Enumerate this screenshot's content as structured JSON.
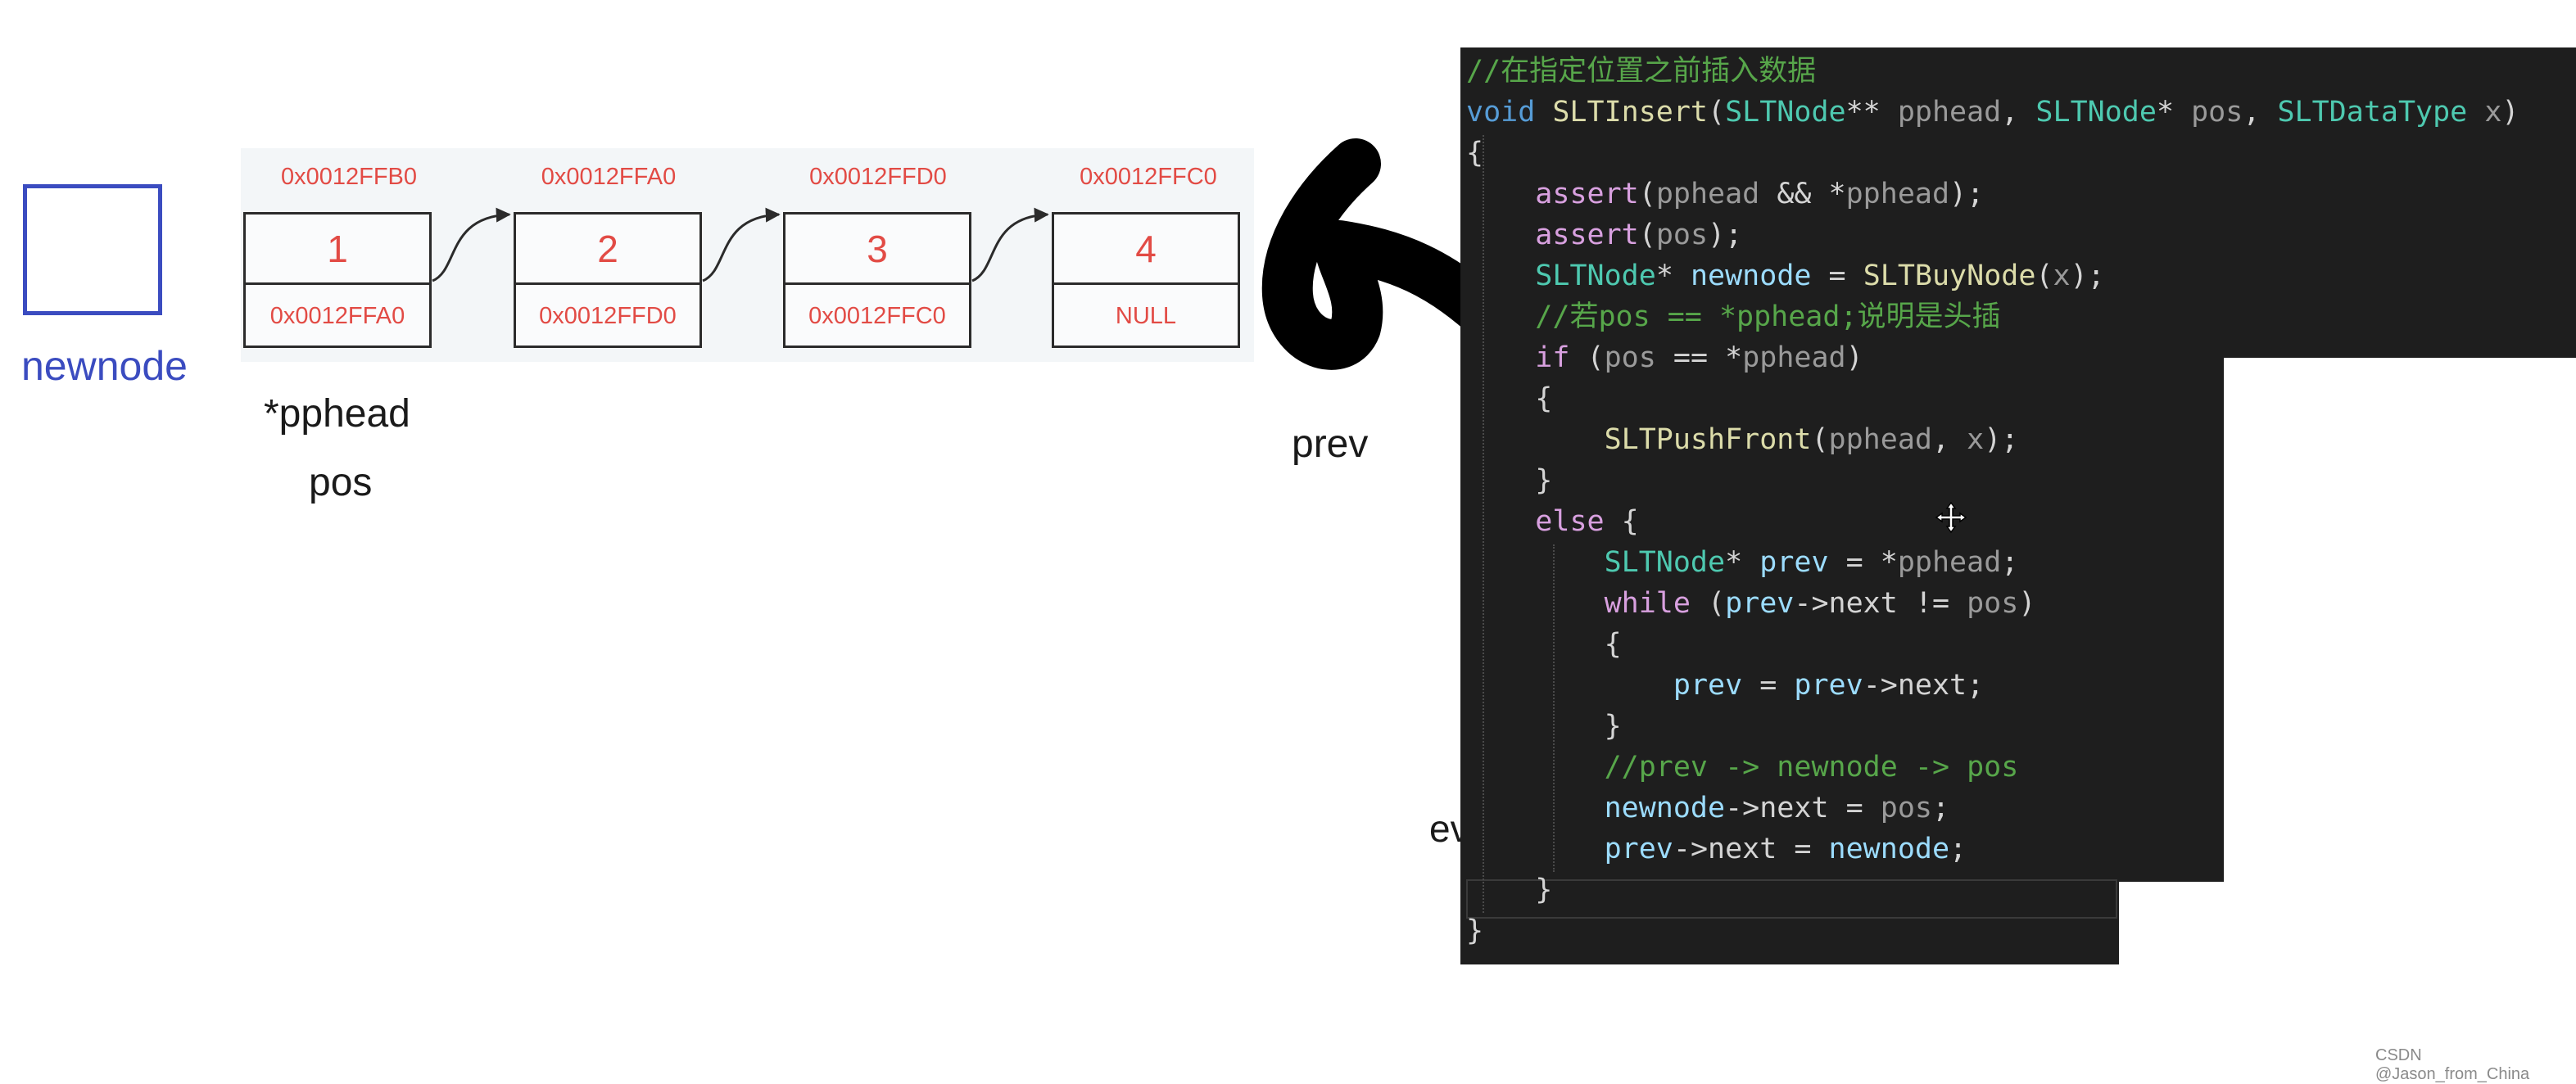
{
  "diagram": {
    "nodes": [
      {
        "address": "0x0012FFB0",
        "value": "1",
        "next": "0x0012FFA0"
      },
      {
        "address": "0x0012FFA0",
        "value": "2",
        "next": "0x0012FFD0"
      },
      {
        "address": "0x0012FFD0",
        "value": "3",
        "next": "0x0012FFC0"
      },
      {
        "address": "0x0012FFC0",
        "value": "4",
        "next": "NULL"
      }
    ],
    "newnode_label": "newnode",
    "pphead_label": "*pphead",
    "pos_label": "pos",
    "prev_label": "prev",
    "partial_text": "ev"
  },
  "code": {
    "lines": [
      [
        {
          "t": "//在指定位置之前插入数据",
          "c": "comment"
        }
      ],
      [
        {
          "t": "void ",
          "c": "keyword"
        },
        {
          "t": "SLTInsert",
          "c": "func"
        },
        {
          "t": "(",
          "c": "plain"
        },
        {
          "t": "SLTNode",
          "c": "type"
        },
        {
          "t": "** ",
          "c": "plain"
        },
        {
          "t": "pphead",
          "c": "param"
        },
        {
          "t": ", ",
          "c": "plain"
        },
        {
          "t": "SLTNode",
          "c": "type"
        },
        {
          "t": "* ",
          "c": "plain"
        },
        {
          "t": "pos",
          "c": "param"
        },
        {
          "t": ", ",
          "c": "plain"
        },
        {
          "t": "SLTDataType",
          "c": "type"
        },
        {
          "t": " ",
          "c": "plain"
        },
        {
          "t": "x",
          "c": "param"
        },
        {
          "t": ")",
          "c": "plain"
        }
      ],
      [
        {
          "t": "{",
          "c": "plain"
        }
      ],
      [
        {
          "t": "    ",
          "c": "plain"
        },
        {
          "t": "assert",
          "c": "control"
        },
        {
          "t": "(",
          "c": "plain"
        },
        {
          "t": "pphead",
          "c": "param"
        },
        {
          "t": " && *",
          "c": "plain"
        },
        {
          "t": "pphead",
          "c": "param"
        },
        {
          "t": ");",
          "c": "plain"
        }
      ],
      [
        {
          "t": "    ",
          "c": "plain"
        },
        {
          "t": "assert",
          "c": "control"
        },
        {
          "t": "(",
          "c": "plain"
        },
        {
          "t": "pos",
          "c": "param"
        },
        {
          "t": ");",
          "c": "plain"
        }
      ],
      [
        {
          "t": "    ",
          "c": "plain"
        },
        {
          "t": "SLTNode",
          "c": "type"
        },
        {
          "t": "* ",
          "c": "plain"
        },
        {
          "t": "newnode",
          "c": "local"
        },
        {
          "t": " = ",
          "c": "plain"
        },
        {
          "t": "SLTBuyNode",
          "c": "func"
        },
        {
          "t": "(",
          "c": "plain"
        },
        {
          "t": "x",
          "c": "param"
        },
        {
          "t": ");",
          "c": "plain"
        }
      ],
      [
        {
          "t": "    ",
          "c": "plain"
        },
        {
          "t": "//若pos == *pphead;说明是头插",
          "c": "comment"
        }
      ],
      [
        {
          "t": "    ",
          "c": "plain"
        },
        {
          "t": "if",
          "c": "control"
        },
        {
          "t": " (",
          "c": "plain"
        },
        {
          "t": "pos",
          "c": "param"
        },
        {
          "t": " == *",
          "c": "plain"
        },
        {
          "t": "pphead",
          "c": "param"
        },
        {
          "t": ")",
          "c": "plain"
        }
      ],
      [
        {
          "t": "    {",
          "c": "plain"
        }
      ],
      [
        {
          "t": "        ",
          "c": "plain"
        },
        {
          "t": "SLTPushFront",
          "c": "func"
        },
        {
          "t": "(",
          "c": "plain"
        },
        {
          "t": "pphead",
          "c": "param"
        },
        {
          "t": ", ",
          "c": "plain"
        },
        {
          "t": "x",
          "c": "param"
        },
        {
          "t": ");",
          "c": "plain"
        }
      ],
      [
        {
          "t": "    }",
          "c": "plain"
        }
      ],
      [
        {
          "t": "    ",
          "c": "plain"
        },
        {
          "t": "else",
          "c": "control"
        },
        {
          "t": " {",
          "c": "plain"
        }
      ],
      [
        {
          "t": "        ",
          "c": "plain"
        },
        {
          "t": "SLTNode",
          "c": "type"
        },
        {
          "t": "* ",
          "c": "plain"
        },
        {
          "t": "prev",
          "c": "local"
        },
        {
          "t": " = *",
          "c": "plain"
        },
        {
          "t": "pphead",
          "c": "param"
        },
        {
          "t": ";",
          "c": "plain"
        }
      ],
      [
        {
          "t": "        ",
          "c": "plain"
        },
        {
          "t": "while",
          "c": "control"
        },
        {
          "t": " (",
          "c": "plain"
        },
        {
          "t": "prev",
          "c": "local"
        },
        {
          "t": "->next != ",
          "c": "plain"
        },
        {
          "t": "pos",
          "c": "param"
        },
        {
          "t": ")",
          "c": "plain"
        }
      ],
      [
        {
          "t": "        {",
          "c": "plain"
        }
      ],
      [
        {
          "t": "            ",
          "c": "plain"
        },
        {
          "t": "prev",
          "c": "local"
        },
        {
          "t": " = ",
          "c": "plain"
        },
        {
          "t": "prev",
          "c": "local"
        },
        {
          "t": "->next;",
          "c": "plain"
        }
      ],
      [
        {
          "t": "        }",
          "c": "plain"
        }
      ],
      [
        {
          "t": "        ",
          "c": "plain"
        },
        {
          "t": "//prev -> newnode -> pos",
          "c": "comment"
        }
      ],
      [
        {
          "t": "        ",
          "c": "plain"
        },
        {
          "t": "newnode",
          "c": "local"
        },
        {
          "t": "->next = ",
          "c": "plain"
        },
        {
          "t": "pos",
          "c": "param"
        },
        {
          "t": ";",
          "c": "plain"
        }
      ],
      [
        {
          "t": "        ",
          "c": "plain"
        },
        {
          "t": "prev",
          "c": "local"
        },
        {
          "t": "->next = ",
          "c": "plain"
        },
        {
          "t": "newnode",
          "c": "local"
        },
        {
          "t": ";",
          "c": "plain"
        }
      ],
      [
        {
          "t": "    }",
          "c": "plain"
        }
      ],
      [
        {
          "t": "}",
          "c": "plain"
        }
      ]
    ]
  },
  "watermark": "CSDN @Jason_from_China",
  "colors": {
    "address_red": "#e24b45",
    "newnode_blue": "#3b4cc0",
    "editor_bg": "#1e1e1e",
    "sketch_black": "#000000"
  },
  "icons": [
    "move-cursor-icon"
  ]
}
